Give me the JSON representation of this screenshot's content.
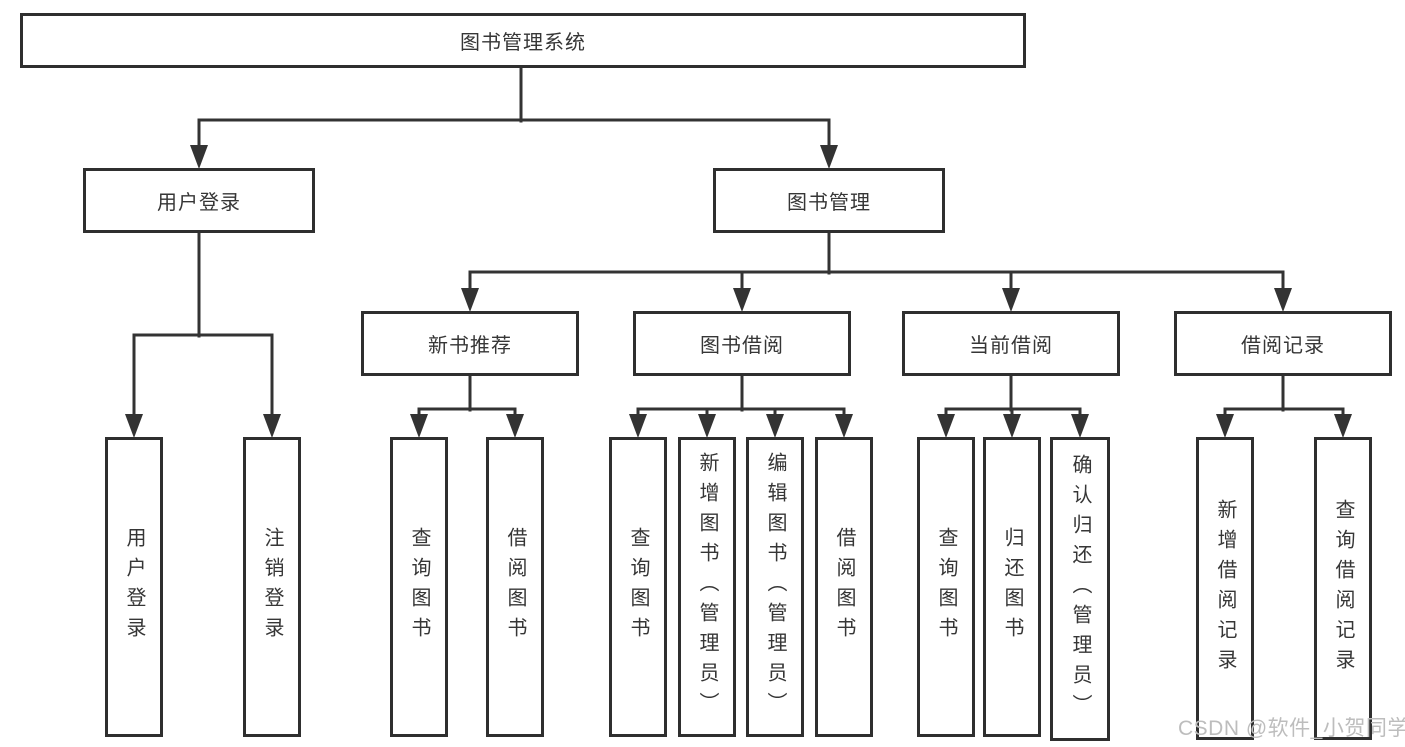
{
  "diagram": {
    "title": "图书管理系统",
    "colors": {
      "line": "#333333",
      "text": "#363636",
      "box_background": "#ffffff",
      "watermark": "#bdbdbd"
    },
    "nodes": [
      {
        "id": "library-system",
        "label": "图书管理系统",
        "parent": null
      },
      {
        "id": "user-login-branch",
        "label": "用户登录",
        "parent": "library-system"
      },
      {
        "id": "book-management",
        "label": "图书管理",
        "parent": "library-system"
      },
      {
        "id": "user-login",
        "label": "用户登录",
        "parent": "user-login-branch"
      },
      {
        "id": "logout",
        "label": "注销登录",
        "parent": "user-login-branch"
      },
      {
        "id": "new-book-recommend",
        "label": "新书推荐",
        "parent": "book-management"
      },
      {
        "id": "book-borrowing",
        "label": "图书借阅",
        "parent": "book-management"
      },
      {
        "id": "current-borrowing",
        "label": "当前借阅",
        "parent": "book-management"
      },
      {
        "id": "borrowing-records",
        "label": "借阅记录",
        "parent": "book-management"
      },
      {
        "id": "query-books-1",
        "label": "查询图书",
        "parent": "new-book-recommend"
      },
      {
        "id": "borrow-books-1",
        "label": "借阅图书",
        "parent": "new-book-recommend"
      },
      {
        "id": "query-books-2",
        "label": "查询图书",
        "parent": "book-borrowing"
      },
      {
        "id": "add-books-admin",
        "label": "新增图书（管理员）",
        "parent": "book-borrowing"
      },
      {
        "id": "edit-books-admin",
        "label": "编辑图书（管理员）",
        "parent": "book-borrowing"
      },
      {
        "id": "borrow-books-2",
        "label": "借阅图书",
        "parent": "book-borrowing"
      },
      {
        "id": "query-books-3",
        "label": "查询图书",
        "parent": "current-borrowing"
      },
      {
        "id": "return-books",
        "label": "归还图书",
        "parent": "current-borrowing"
      },
      {
        "id": "confirm-return-admin",
        "label": "确认归还（管理员）",
        "parent": "current-borrowing"
      },
      {
        "id": "add-borrow-record",
        "label": "新增借阅记录",
        "parent": "borrowing-records"
      },
      {
        "id": "query-borrow-record",
        "label": "查询借阅记录",
        "parent": "borrowing-records"
      }
    ],
    "watermark": {
      "text": "CSDN @软件_小贺同学"
    }
  }
}
